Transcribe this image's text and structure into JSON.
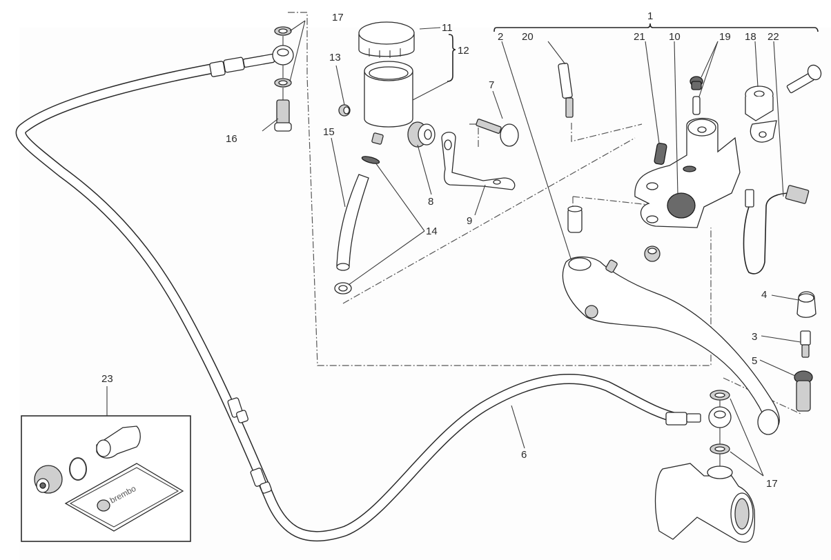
{
  "diagram": {
    "title": "Clutch master cylinder exploded parts diagram",
    "callouts": [
      {
        "id": "1",
        "text": "1"
      },
      {
        "id": "2",
        "text": "2"
      },
      {
        "id": "3",
        "text": "3"
      },
      {
        "id": "4",
        "text": "4"
      },
      {
        "id": "5",
        "text": "5"
      },
      {
        "id": "6",
        "text": "6"
      },
      {
        "id": "7",
        "text": "7"
      },
      {
        "id": "8",
        "text": "8"
      },
      {
        "id": "9",
        "text": "9"
      },
      {
        "id": "10",
        "text": "10"
      },
      {
        "id": "11",
        "text": "11"
      },
      {
        "id": "12",
        "text": "12"
      },
      {
        "id": "13",
        "text": "13"
      },
      {
        "id": "14",
        "text": "14"
      },
      {
        "id": "15",
        "text": "15"
      },
      {
        "id": "16",
        "text": "16"
      },
      {
        "id": "17a",
        "text": "17"
      },
      {
        "id": "17b",
        "text": "17"
      },
      {
        "id": "18",
        "text": "18"
      },
      {
        "id": "19",
        "text": "19"
      },
      {
        "id": "20",
        "text": "20"
      },
      {
        "id": "21",
        "text": "21"
      },
      {
        "id": "22",
        "text": "22"
      },
      {
        "id": "23",
        "text": "23"
      }
    ],
    "kit_brand_text": "brembo"
  }
}
